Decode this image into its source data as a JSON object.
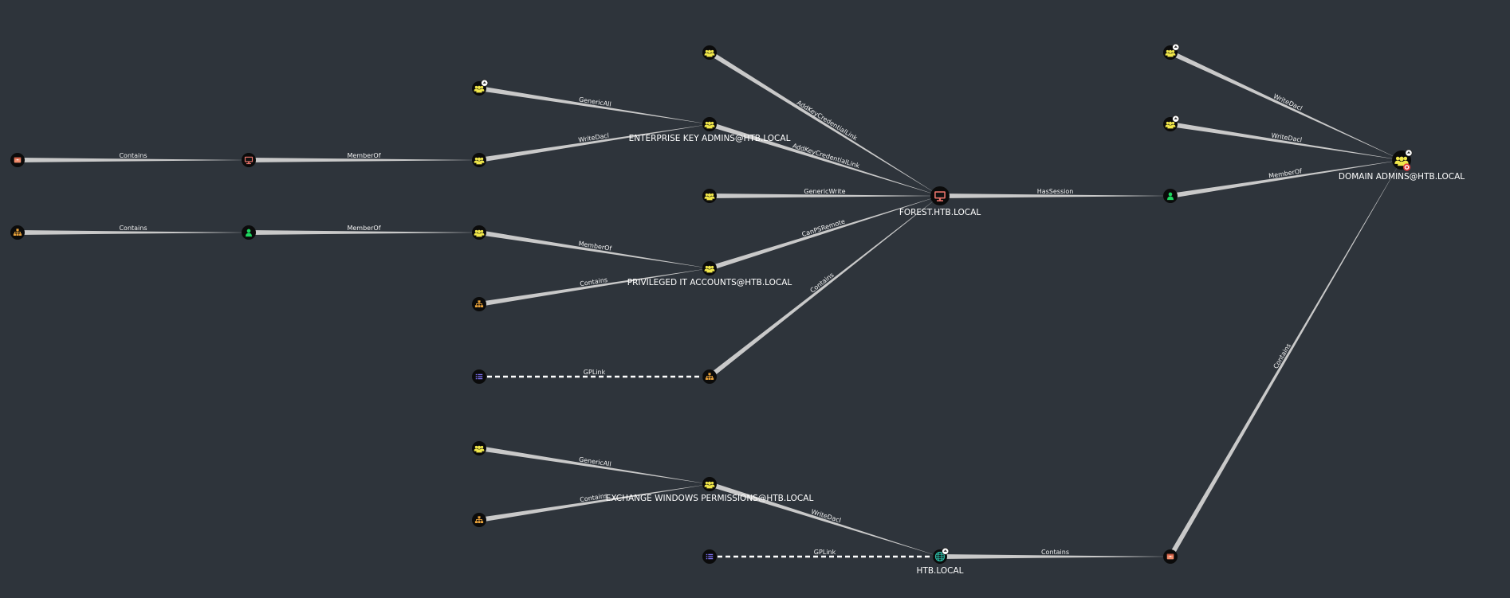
{
  "colors": {
    "background": "#2e343b",
    "edge": "#c9c9c9",
    "group": "#f0e64a",
    "user": "#1ed760",
    "computer": "#e8736a",
    "ou": "#e9a23a",
    "container": "#f08a6a",
    "domain": "#2bb9a4",
    "gpo": "#7b6ff0"
  },
  "nodes": [
    {
      "id": "c1",
      "kind": "container",
      "icon": "box-icon",
      "label": ""
    },
    {
      "id": "comp1",
      "kind": "computer",
      "icon": "monitor-icon",
      "label": ""
    },
    {
      "id": "g_a",
      "kind": "group",
      "icon": "group-icon",
      "label": ""
    },
    {
      "id": "ou1",
      "kind": "ou",
      "icon": "tree-icon",
      "label": ""
    },
    {
      "id": "u1",
      "kind": "user",
      "icon": "user-icon",
      "label": ""
    },
    {
      "id": "g_b",
      "kind": "group",
      "icon": "group-icon",
      "label": ""
    },
    {
      "id": "g_c",
      "kind": "group",
      "icon": "group-icon",
      "label": "",
      "badge": true
    },
    {
      "id": "ou2",
      "kind": "ou",
      "icon": "tree-icon",
      "label": ""
    },
    {
      "id": "gpo1",
      "kind": "gpo",
      "icon": "list-icon",
      "label": ""
    },
    {
      "id": "g_d",
      "kind": "group",
      "icon": "group-icon",
      "label": ""
    },
    {
      "id": "ou3",
      "kind": "ou",
      "icon": "tree-icon",
      "label": ""
    },
    {
      "id": "g_e",
      "kind": "group",
      "icon": "group-icon",
      "label": ""
    },
    {
      "id": "ekadmins",
      "kind": "group",
      "icon": "group-icon",
      "label": "ENTERPRISE KEY ADMINS@HTB.LOCAL"
    },
    {
      "id": "g_f",
      "kind": "group",
      "icon": "group-icon",
      "label": ""
    },
    {
      "id": "privit",
      "kind": "group",
      "icon": "group-icon",
      "label": "PRIVILEGED IT ACCOUNTS@HTB.LOCAL"
    },
    {
      "id": "ou4",
      "kind": "ou",
      "icon": "tree-icon",
      "label": ""
    },
    {
      "id": "exwp",
      "kind": "group",
      "icon": "group-icon",
      "label": "EXCHANGE WINDOWS PERMISSIONS@HTB.LOCAL"
    },
    {
      "id": "gpo2",
      "kind": "gpo",
      "icon": "list-icon",
      "label": ""
    },
    {
      "id": "forest",
      "kind": "computer",
      "icon": "monitor-icon",
      "label": "FOREST.HTB.LOCAL",
      "big": true
    },
    {
      "id": "htb",
      "kind": "domain",
      "icon": "globe-icon",
      "label": "HTB.LOCAL",
      "badge": true
    },
    {
      "id": "g_g",
      "kind": "group",
      "icon": "group-icon",
      "label": "",
      "badge": true
    },
    {
      "id": "g_h",
      "kind": "group",
      "icon": "group-icon",
      "label": "",
      "badge": true
    },
    {
      "id": "u2",
      "kind": "user",
      "icon": "user-icon",
      "label": ""
    },
    {
      "id": "c2",
      "kind": "container",
      "icon": "box-icon",
      "label": ""
    },
    {
      "id": "dadmins",
      "kind": "group",
      "icon": "group-icon",
      "label": "DOMAIN ADMINS@HTB.LOCAL",
      "big": true,
      "badge": true,
      "target": true
    }
  ],
  "edges": [
    {
      "from": "c1",
      "to": "comp1",
      "label": "Contains"
    },
    {
      "from": "comp1",
      "to": "g_a",
      "label": "MemberOf"
    },
    {
      "from": "ou1",
      "to": "u1",
      "label": "Contains"
    },
    {
      "from": "u1",
      "to": "g_b",
      "label": "MemberOf"
    },
    {
      "from": "g_c",
      "to": "ekadmins",
      "label": "GenericAll"
    },
    {
      "from": "g_a",
      "to": "ekadmins",
      "label": "WriteDacl"
    },
    {
      "from": "g_b",
      "to": "privit",
      "label": "MemberOf"
    },
    {
      "from": "ou2",
      "to": "privit",
      "label": "Contains"
    },
    {
      "from": "gpo1",
      "to": "ou4",
      "label": "GPLink",
      "dashed": true
    },
    {
      "from": "g_d",
      "to": "exwp",
      "label": "GenericAll"
    },
    {
      "from": "ou3",
      "to": "exwp",
      "label": "Contains"
    },
    {
      "from": "g_e",
      "to": "forest",
      "label": "AddKeyCredentialLink"
    },
    {
      "from": "ekadmins",
      "to": "forest",
      "label": "AddKeyCredentialLink"
    },
    {
      "from": "g_f",
      "to": "forest",
      "label": "GenericWrite"
    },
    {
      "from": "privit",
      "to": "forest",
      "label": "CanPSRemote"
    },
    {
      "from": "ou4",
      "to": "forest",
      "label": "Contains"
    },
    {
      "from": "exwp",
      "to": "htb",
      "label": "WriteDacl"
    },
    {
      "from": "gpo2",
      "to": "htb",
      "label": "GPLink",
      "dashed": true
    },
    {
      "from": "forest",
      "to": "u2",
      "label": "HasSession"
    },
    {
      "from": "htb",
      "to": "c2",
      "label": "Contains"
    },
    {
      "from": "g_g",
      "to": "dadmins",
      "label": "WriteDacl"
    },
    {
      "from": "g_h",
      "to": "dadmins",
      "label": "WriteDacl"
    },
    {
      "from": "u2",
      "to": "dadmins",
      "label": "MemberOf"
    },
    {
      "from": "c2",
      "to": "dadmins",
      "label": "Contains"
    }
  ]
}
